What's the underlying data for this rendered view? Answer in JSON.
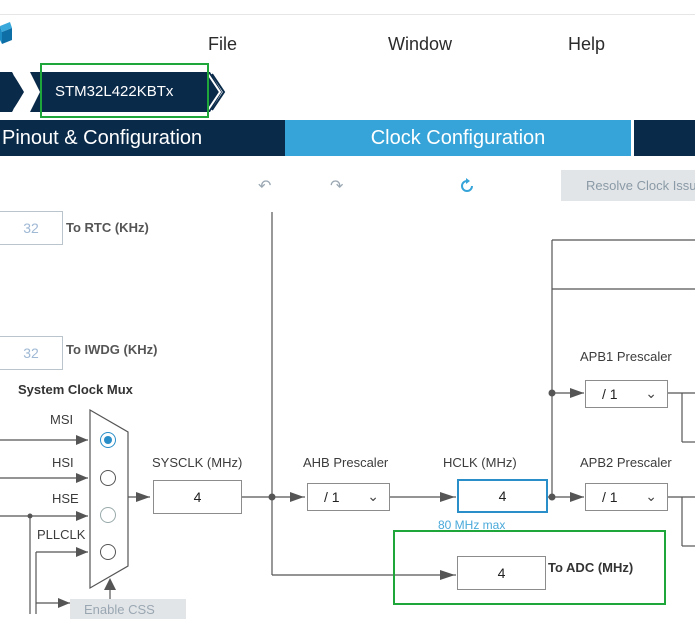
{
  "menu": {
    "file": "File",
    "window": "Window",
    "help": "Help"
  },
  "breadcrumb": {
    "chip": "STM32L422KBTx"
  },
  "tabs": [
    {
      "label": "Pinout & Configuration"
    },
    {
      "label": "Clock Configuration"
    }
  ],
  "toolbar": {
    "resolve_label": "Resolve Clock Issues"
  },
  "rtc": {
    "value": "32",
    "label": "To RTC (KHz)"
  },
  "iwdg": {
    "value": "32",
    "label": "To IWDG (KHz)"
  },
  "mux": {
    "title": "System Clock Mux",
    "options": [
      "MSI",
      "HSI",
      "HSE",
      "PLLCLK"
    ],
    "selected": "MSI",
    "enable_css": "Enable CSS"
  },
  "sysclk": {
    "label": "SYSCLK (MHz)",
    "value": "4"
  },
  "ahb": {
    "label": "AHB Prescaler",
    "value": "/ 1"
  },
  "hclk": {
    "label": "HCLK (MHz)",
    "value": "4",
    "max": "80 MHz max"
  },
  "apb1": {
    "label": "APB1 Prescaler",
    "value": "/ 1"
  },
  "apb2": {
    "label": "APB2 Prescaler",
    "value": "/ 1"
  },
  "adc": {
    "value": "4",
    "label": "To ADC (MHz)"
  },
  "colors": {
    "tab_bar": "#0a2a4a",
    "tab_active": "#36a4d8",
    "highlight": "#1fa63a",
    "hclk_border": "#2a8ec8"
  }
}
